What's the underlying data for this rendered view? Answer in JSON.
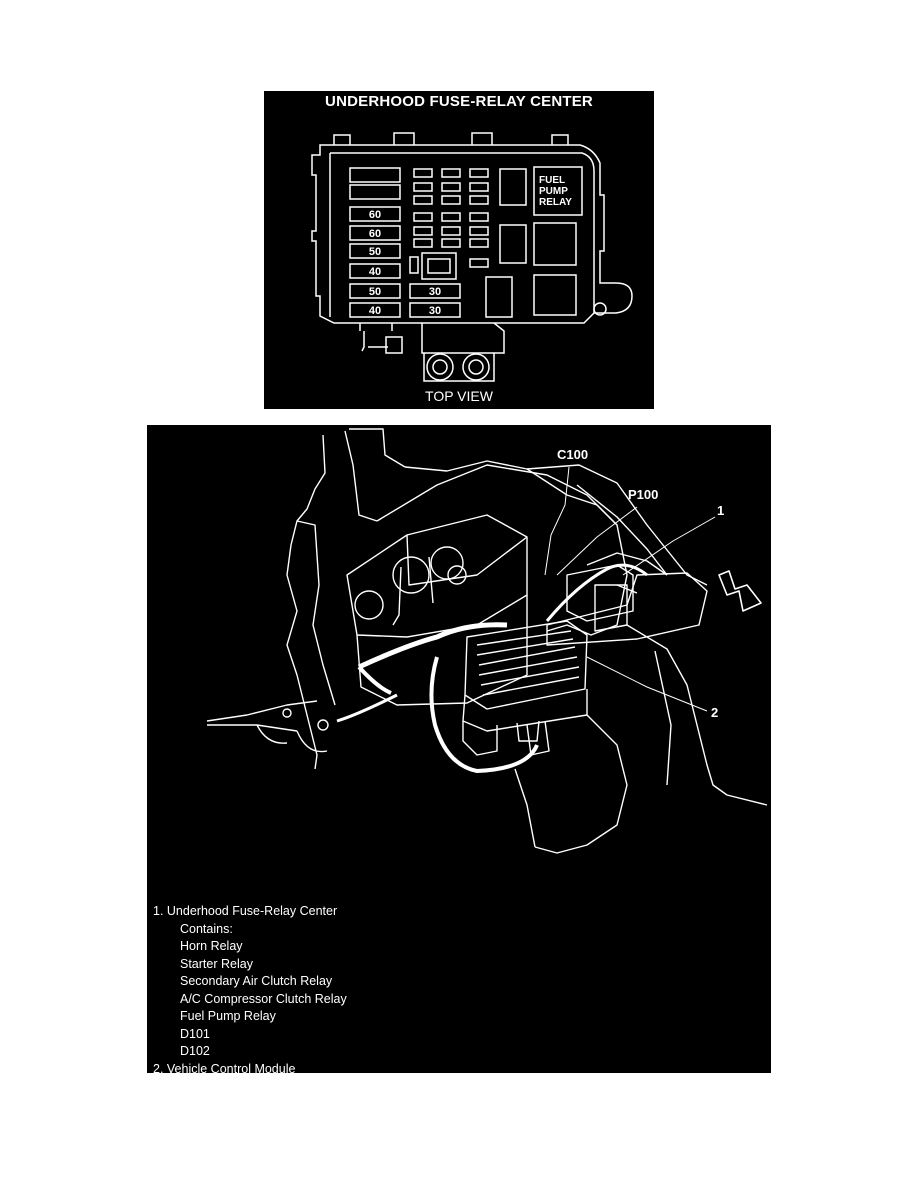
{
  "fuse_center": {
    "title": "UNDERHOOD FUSE-RELAY CENTER",
    "view_label": "TOP VIEW",
    "fuses_left": [
      "60",
      "60",
      "50",
      "40",
      "50",
      "40"
    ],
    "fuses_right": [
      "30",
      "30"
    ],
    "relay_label_lines": [
      "FUEL",
      "PUMP",
      "RELAY"
    ]
  },
  "locator": {
    "callouts": {
      "c100": "C100",
      "p100": "P100",
      "one": "1",
      "two": "2"
    },
    "legend": {
      "item1": "1. Underhood Fuse-Relay Center",
      "contains": "Contains:",
      "items": [
        "Horn Relay",
        "Starter Relay",
        "Secondary Air Clutch Relay",
        "A/C Compressor Clutch Relay",
        "Fuel Pump Relay",
        "D101",
        "D102"
      ],
      "item2": "2. Vehicle Control Module"
    }
  }
}
